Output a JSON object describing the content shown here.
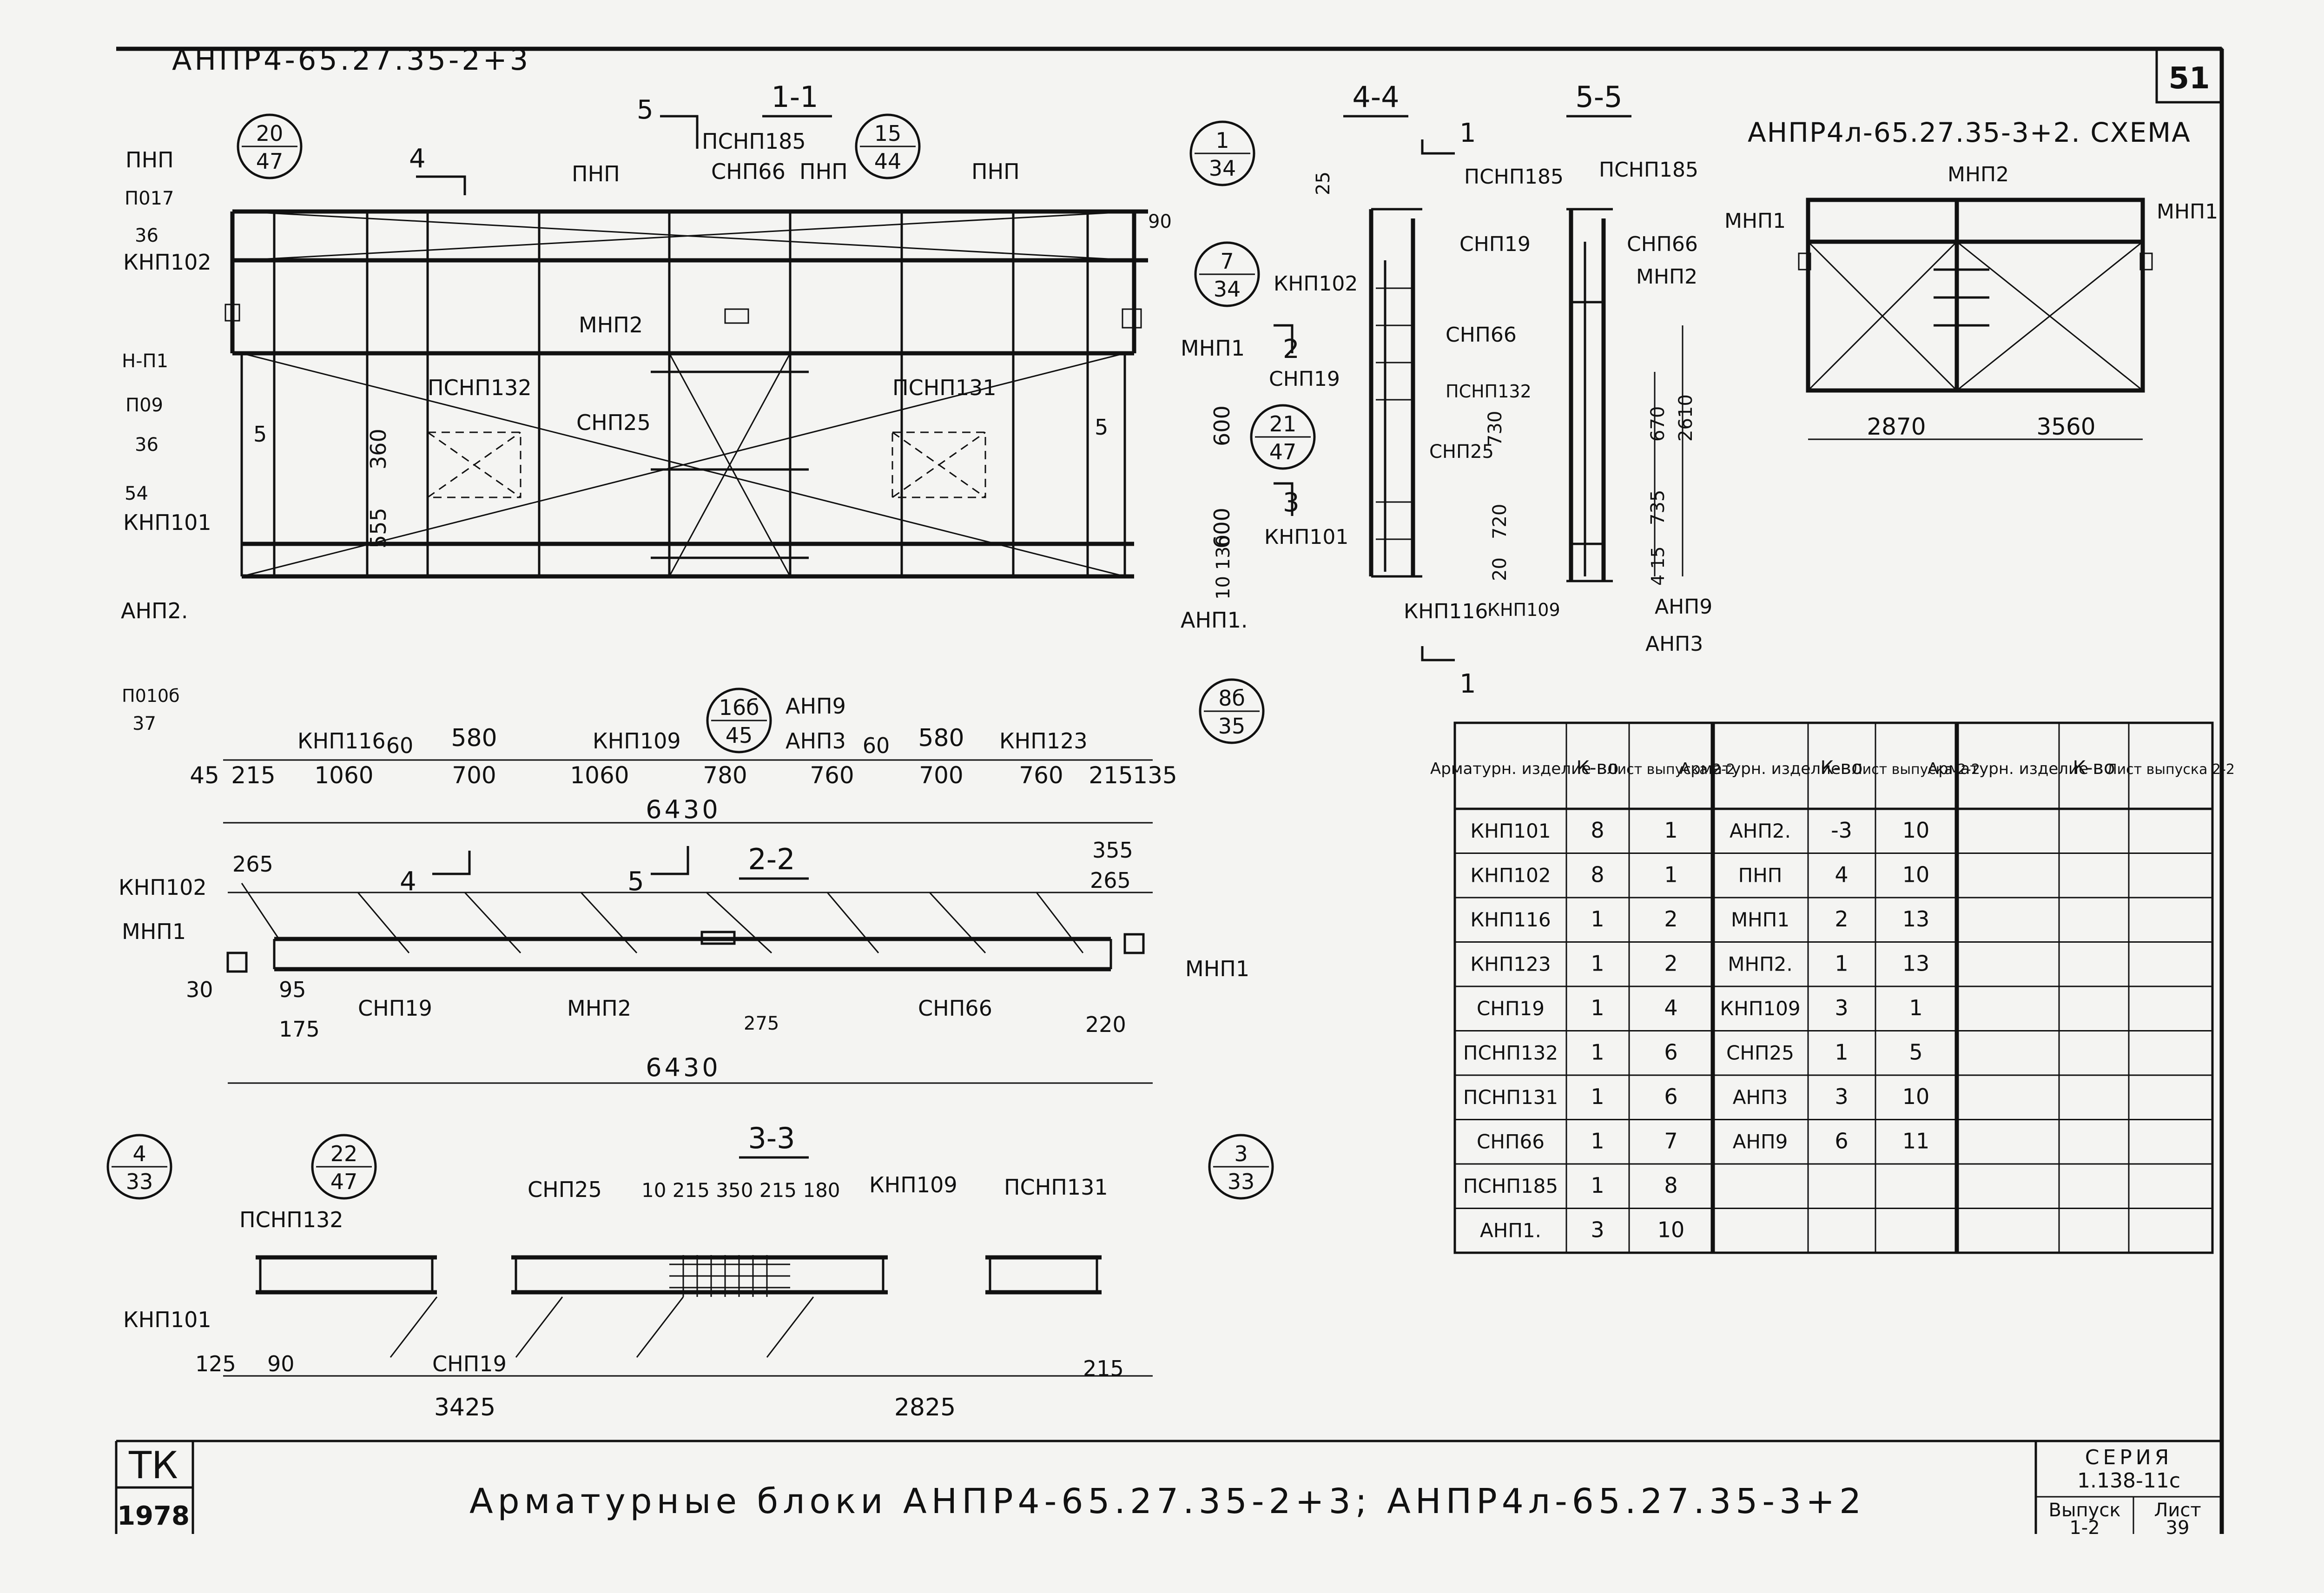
{
  "sheet": {
    "header_code": "АНПР4-65.27.35-2+3",
    "sheet_no": "51",
    "title": "Арматурные блоки АНПР4-65.27.35-2+3; АНПР4л-65.27.35-3+2",
    "stamp_tk": "ТК",
    "stamp_year": "1978",
    "series_label": "СЕРИЯ",
    "series_value": "1.138-11с",
    "issue_label": "Выпуск",
    "issue_value": "1-2",
    "list_label": "Лист",
    "list_value": "39"
  },
  "views": {
    "section_1": "1-1",
    "section_2": "2-2",
    "section_3": "3-3",
    "section_4": "4-4",
    "section_5": "5-5",
    "scheme_title": "АНПР4л-65.27.35-3+2. СХЕМА"
  },
  "callouts": [
    {
      "top": "20",
      "bottom": "47"
    },
    {
      "top": "15",
      "bottom": "44"
    },
    {
      "top": "1",
      "bottom": "34"
    },
    {
      "top": "7",
      "bottom": "34"
    },
    {
      "top": "21",
      "bottom": "47"
    },
    {
      "top": "16б",
      "bottom": "45"
    },
    {
      "top": "8б",
      "bottom": "35"
    },
    {
      "top": "22",
      "bottom": "47"
    },
    {
      "top": "3",
      "bottom": "33"
    },
    {
      "top": "4",
      "bottom": "33"
    }
  ],
  "labels_1_1": {
    "pnp_left": "ПНП",
    "pnp_mid": "ПНП",
    "pnp_mid2": "ПНП",
    "pnp_right": "ПНП",
    "psnp185": "ПСНП185",
    "snp66": "СНП66",
    "mnp2": "МНП2",
    "mnp1": "МНП1",
    "psnp132": "ПСНП132",
    "psnp131": "ПСНП131",
    "snp25": "СНП25",
    "knp102": "КНП102",
    "knp101": "КНП101",
    "anp2": "АНП2.",
    "anp1": "АНП1.",
    "knp116": "КНП116",
    "knp109": "КНП109",
    "knp123": "КНП123",
    "anp9": "АНП9",
    "anp3": "АНП3",
    "mark_4": "4",
    "mark_5": "5",
    "mark_2": "2",
    "mark_3": "3",
    "d90": "90",
    "d5a": "5",
    "d5b": "5",
    "d360": "360",
    "d555": "555",
    "d600a": "600",
    "d600b": "600",
    "d130": "10 130",
    "left_frag_1": "П017",
    "left_frag_2": "36",
    "left_frag_3": "П09",
    "left_frag_4": "36",
    "left_frag_5": "П010б",
    "left_frag_6": "37",
    "left_frag_7": "Н-П1",
    "left_frag_8": "54"
  },
  "dims_1_1": {
    "top": [
      "60",
      "580",
      "60",
      "580"
    ],
    "bottom": [
      "45",
      "215",
      "1060",
      "700",
      "1060",
      "780",
      "760",
      "700",
      "760",
      "215",
      "135"
    ],
    "total": "6430"
  },
  "labels_2_2": {
    "knp102": "КНП102",
    "mnp1_left": "МНП1",
    "mnp1_right": "МНП1",
    "snp19": "СНП19",
    "mnp2": "МНП2",
    "snp66": "СНП66",
    "mark_4": "4",
    "mark_5": "5",
    "d265a": "265",
    "d355": "355",
    "d265b": "265",
    "d30": "30",
    "d95": "95",
    "d175": "175",
    "d275": "275",
    "d220": "220",
    "total": "6430"
  },
  "labels_3_3": {
    "psnp132": "ПСНП132",
    "psnp131": "ПСНП131",
    "snp25": "СНП25",
    "knp109": "КНП109",
    "knp101": "КНП101",
    "snp19": "СНП19",
    "top_dims": "10 215 350 215 180",
    "d125": "125",
    "d90": "90",
    "d215": "215",
    "d3425": "3425",
    "d2825": "2825"
  },
  "labels_4_4": {
    "mark_1": "1",
    "psnp185": "ПСНП185",
    "knp102": "КНП102",
    "snp66": "СНП66",
    "psnp132": "ПСНП132",
    "snp19": "СНП19",
    "snp25": "СНП25",
    "knp101": "КНП101",
    "knp116": "КНП116",
    "knp109": "КНП109",
    "d25": "25",
    "d730": "730",
    "d720": "720",
    "d20": "20"
  },
  "labels_5_5": {
    "psnp185": "ПСНП185",
    "snp19": "СНП19",
    "snp66": "СНП66",
    "mnp2": "МНП2",
    "anp9": "АНП9",
    "anp3": "АНП3",
    "d670": "670",
    "d2610": "2610",
    "d735": "735",
    "d415": "4 15"
  },
  "labels_scheme": {
    "mnp2": "МНП2",
    "mnp1_left": "МНП1",
    "mnp1_right": "МНП1",
    "d2870": "2870",
    "d3560": "3560"
  },
  "spec_table": {
    "headers": [
      {
        "item": "Арматурн. изделие",
        "qty": "К-во",
        "sheet": "Лист выпуска 2-2"
      },
      {
        "item": "Арматурн. изделие",
        "qty": "К-во",
        "sheet": "Лист выпуска 2-2"
      },
      {
        "item": "Арматурн. изделие",
        "qty": "К-во",
        "sheet": "Лист выпуска 2-2"
      }
    ],
    "col1": [
      [
        "КНП101",
        "8",
        "1"
      ],
      [
        "КНП102",
        "8",
        "1"
      ],
      [
        "КНП116",
        "1",
        "2"
      ],
      [
        "КНП123",
        "1",
        "2"
      ],
      [
        "СНП19",
        "1",
        "4"
      ],
      [
        "ПСНП132",
        "1",
        "6"
      ],
      [
        "ПСНП131",
        "1",
        "6"
      ],
      [
        "СНП66",
        "1",
        "7"
      ],
      [
        "ПСНП185",
        "1",
        "8"
      ],
      [
        "АНП1.",
        "3",
        "10"
      ]
    ],
    "col2": [
      [
        "АНП2.",
        "-3",
        "10"
      ],
      [
        "ПНП",
        "4",
        "10"
      ],
      [
        "МНП1",
        "2",
        "13"
      ],
      [
        "МНП2.",
        "1",
        "13"
      ],
      [
        "КНП109",
        "3",
        "1"
      ],
      [
        "СНП25",
        "1",
        "5"
      ],
      [
        "АНП3",
        "3",
        "10"
      ],
      [
        "АНП9",
        "6",
        "11"
      ]
    ]
  }
}
